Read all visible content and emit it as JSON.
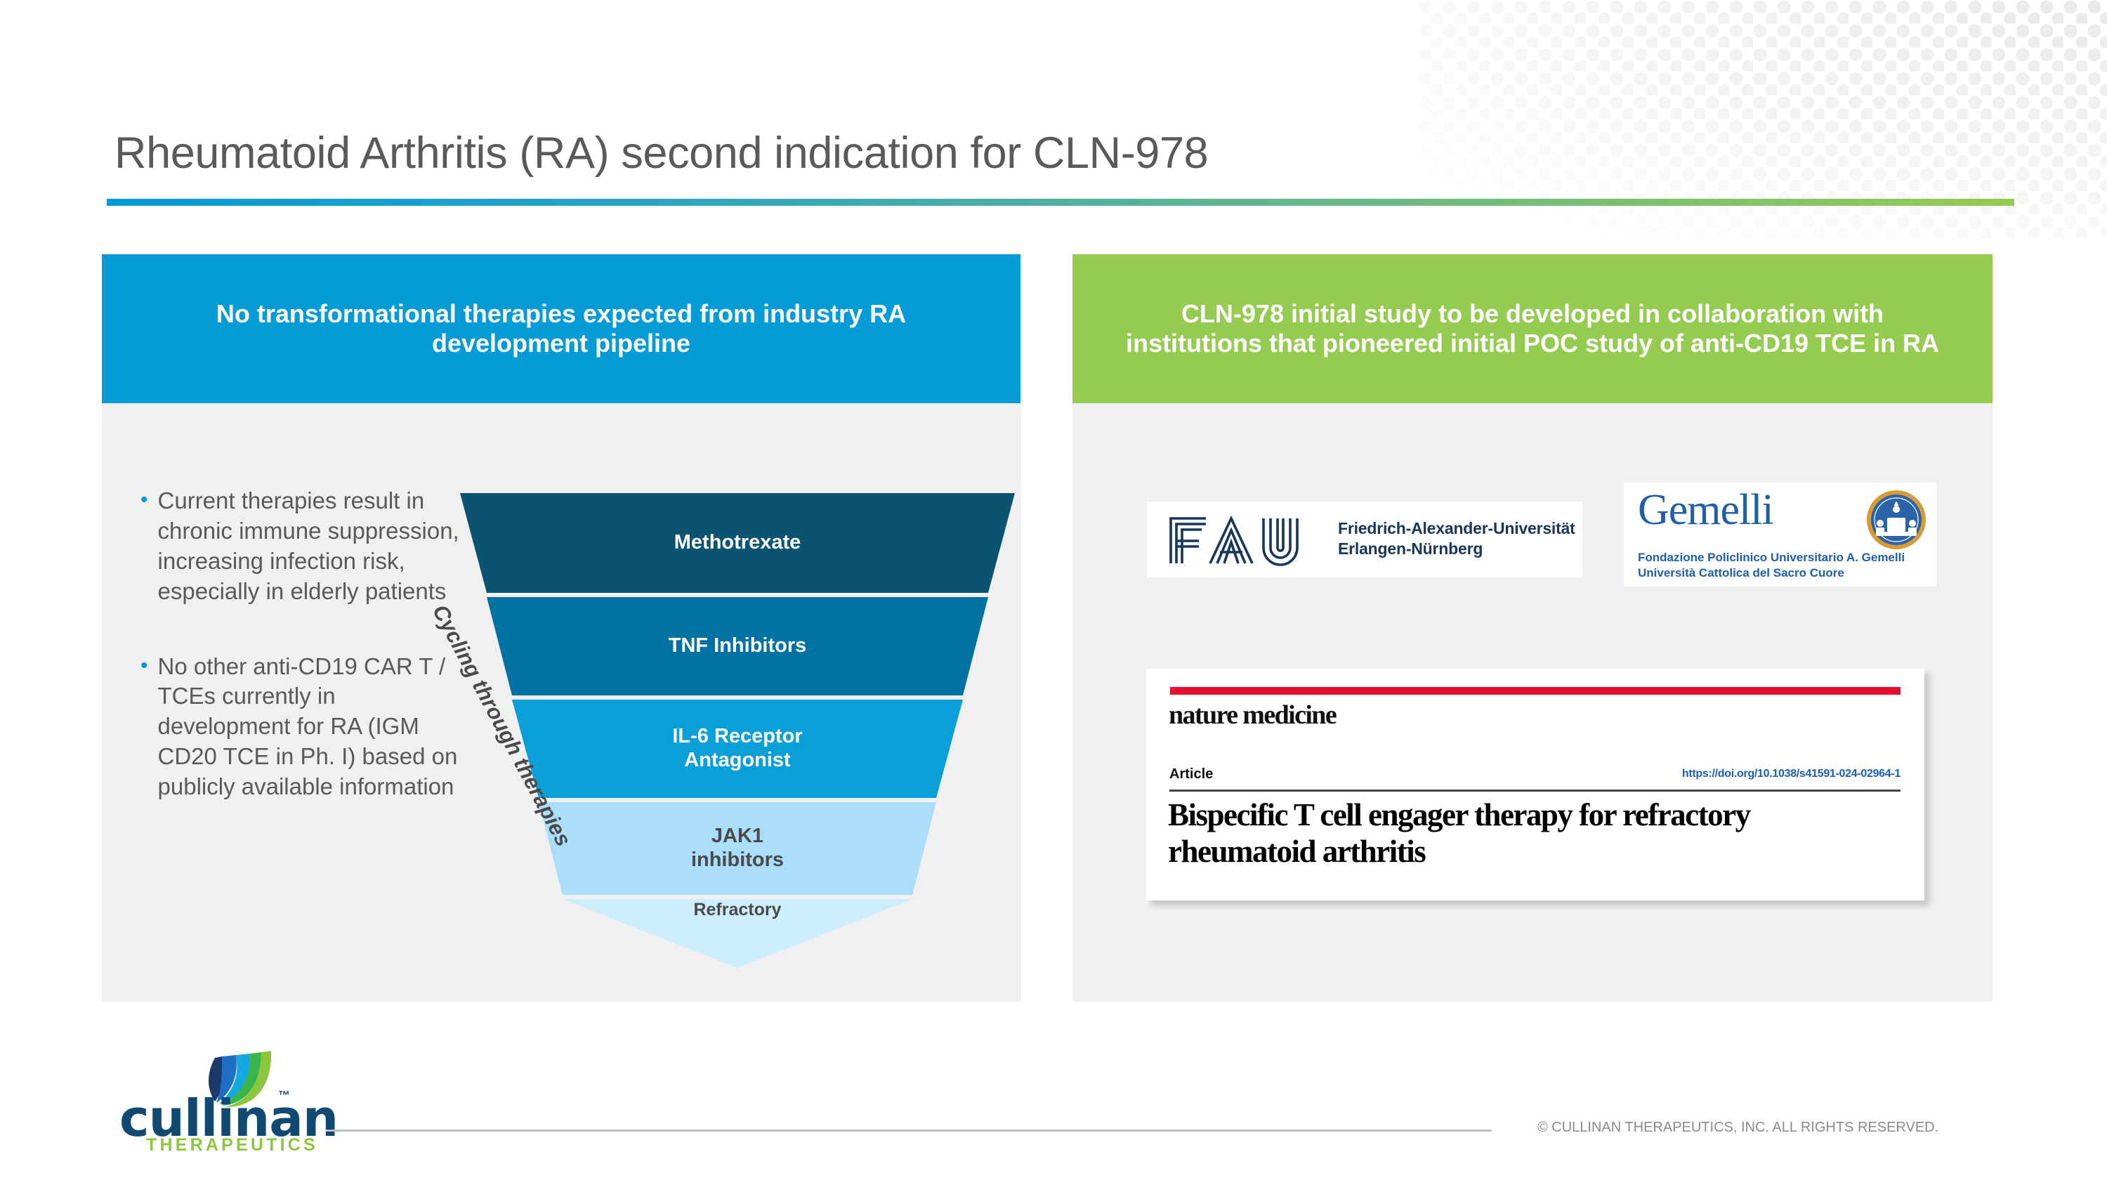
{
  "slide": {
    "title": "Rheumatoid Arthritis (RA) second indication for CLN-978"
  },
  "left_panel": {
    "header": "No transformational therapies expected from industry RA development pipeline",
    "header_color": "#049bd6",
    "bullets": [
      "Current therapies result in chronic immune suppression, increasing infection risk, especially in elderly patients",
      "No other anti-CD19 CAR T / TCEs currently in development for RA (IGM CD20 TCE in Ph. I) based on publicly available information"
    ],
    "bullet_marker": "•",
    "funnel": {
      "side_label": "Cycling through therapies",
      "tiers": [
        {
          "label": "Methotrexate",
          "color": "#0a5470",
          "text_color": "#ffffff"
        },
        {
          "label": "TNF Inhibitors",
          "color": "#0272a3",
          "text_color": "#ffffff"
        },
        {
          "label": "IL-6 Receptor Antagonist",
          "color": "#0b9fd8",
          "text_color": "#ffffff"
        },
        {
          "label": "JAK1 inhibitors",
          "color": "#aadefa",
          "text_color": "#4a4a4a"
        },
        {
          "label": "Refractory",
          "color": "#cdeffd",
          "text_color": "#4a4a4a"
        }
      ]
    }
  },
  "right_panel": {
    "header": "CLN-978 initial study to be developed in collaboration with institutions that pioneered initial POC study of anti-CD19 TCE in RA",
    "header_color": "#95cb51",
    "logos": [
      {
        "mark": "FAU",
        "name_line1": "Friedrich-Alexander-Universität",
        "name_line2": "Erlangen-Nürnberg",
        "color": "#17365d"
      },
      {
        "mark": "Gemelli",
        "name_line1": "Fondazione Policlinico Universitario A. Gemelli",
        "name_line2": "Università Cattolica del Sacro Cuore",
        "color": "#1f5fa9"
      }
    ],
    "article": {
      "journal": "nature medicine",
      "type": "Article",
      "doi": "https://doi.org/10.1038/s41591-024-02964-1",
      "headline": "Bispecific T cell engager therapy for refractory rheumatoid arthritis",
      "accent_color": "#e8112d"
    }
  },
  "footer": {
    "logo_word": "cullinan",
    "logo_tm": "™",
    "logo_sub": "THERAPEUTICS",
    "copyright": "© CULLINAN THERAPEUTICS, INC. ALL RIGHTS RESERVED."
  }
}
